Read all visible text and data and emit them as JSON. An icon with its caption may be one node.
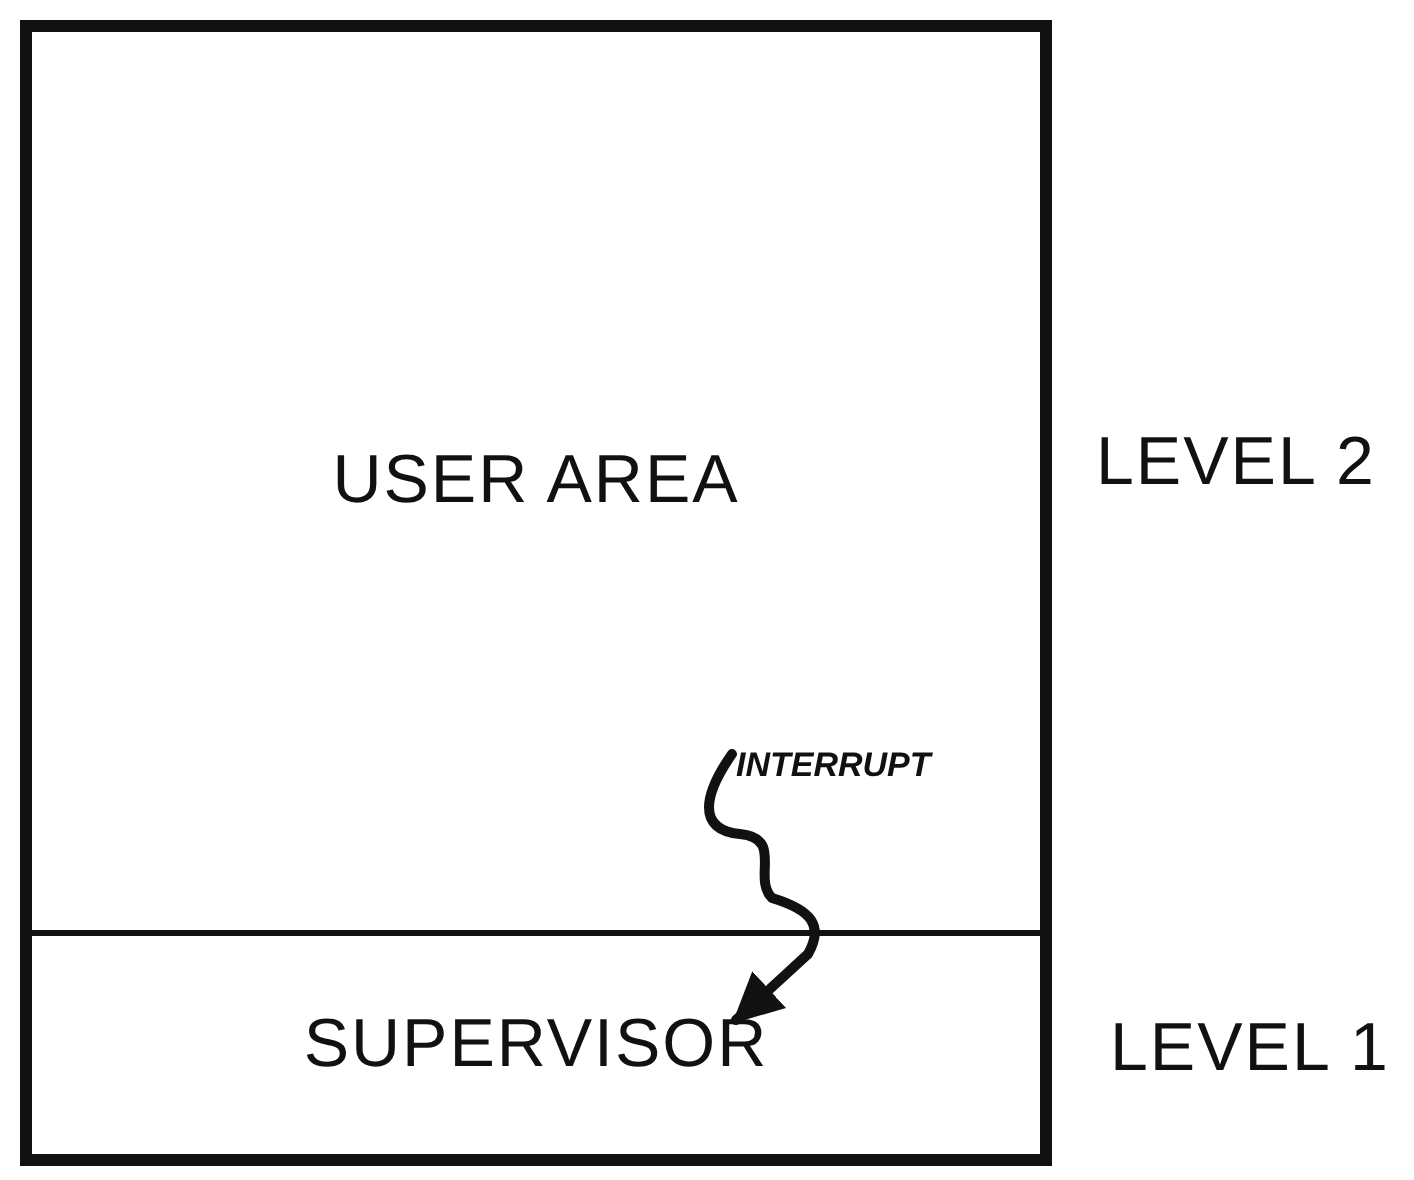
{
  "diagram": {
    "nodes": [
      {
        "text": [
          "USER AREA"
        ],
        "beside": [
          "LEVEL 2"
        ]
      },
      {
        "text": [
          "SUPERVISOR"
        ],
        "beside": [
          "LEVEL 1"
        ]
      },
      {
        "text": [
          "INTERRUPT"
        ],
        "in": 0
      }
    ],
    "edges": [
      {
        "from": 2,
        "to": 1,
        "arrow": "to"
      }
    ]
  }
}
